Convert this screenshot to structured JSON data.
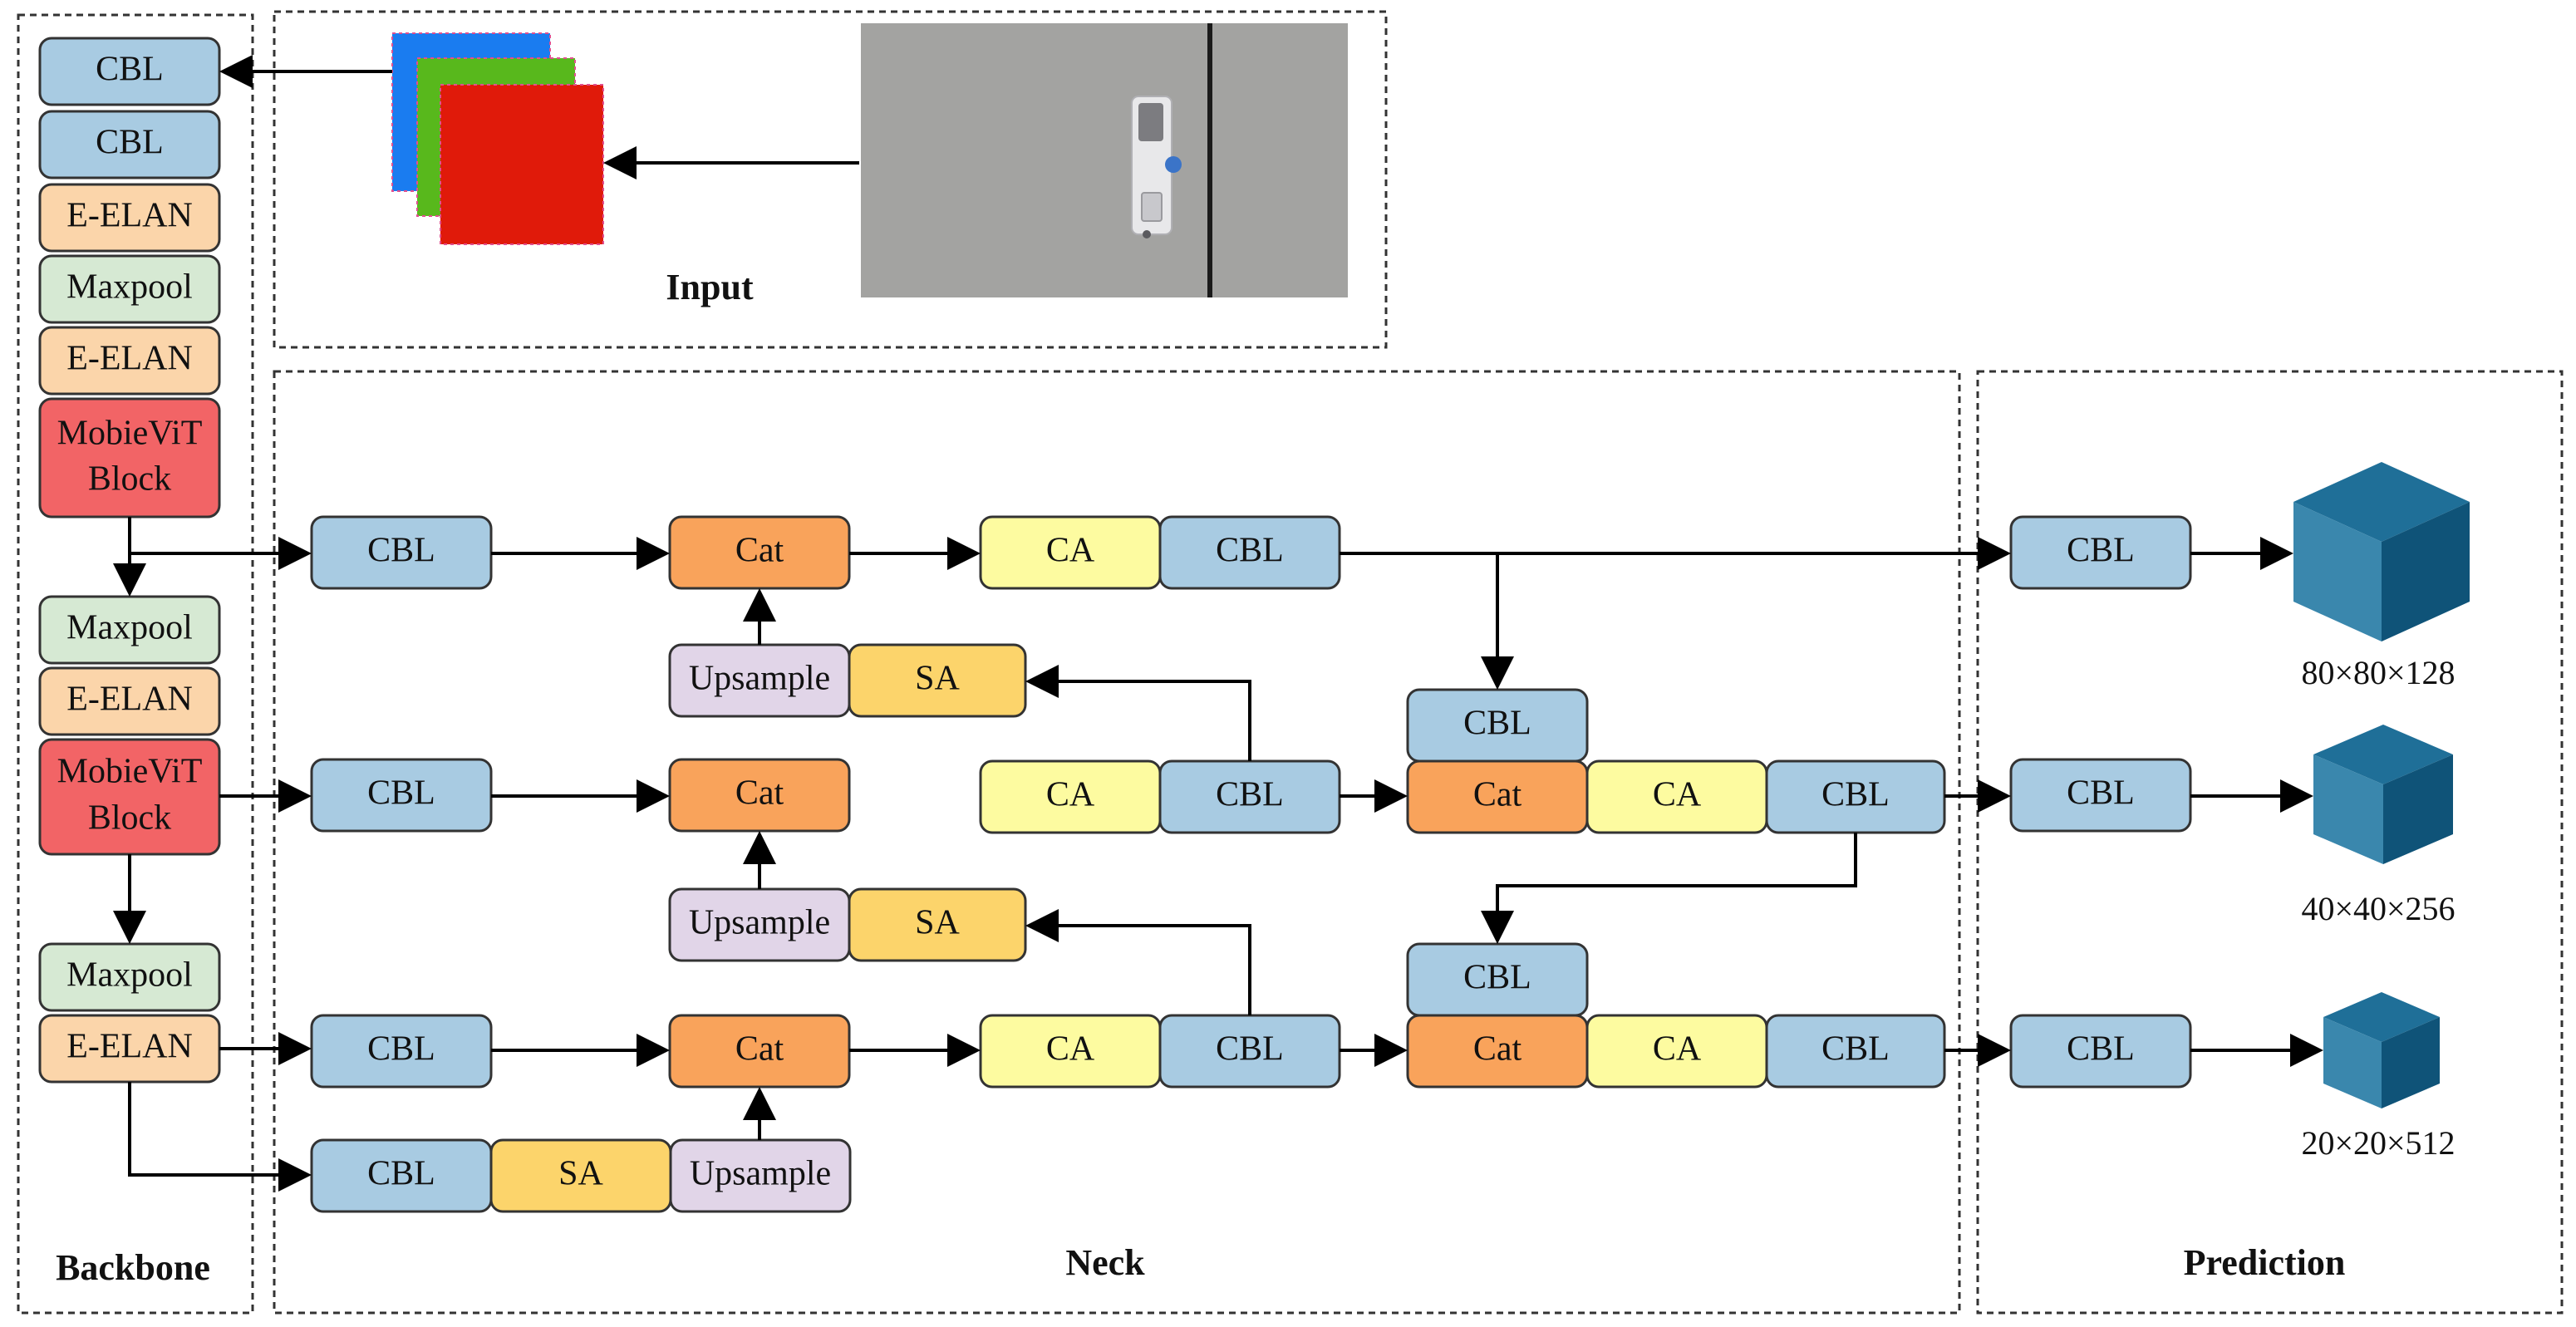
{
  "sections": {
    "backbone": "Backbone",
    "input": "Input",
    "neck": "Neck",
    "prediction": "Prediction"
  },
  "blocks": {
    "cbl": "CBL",
    "e_elan": "E-ELAN",
    "maxpool": "Maxpool",
    "mobilevit_line1": "MobieViT",
    "mobilevit_line2": "Block",
    "cat": "Cat",
    "ca": "CA",
    "sa": "SA",
    "upsample": "Upsample"
  },
  "outputs": {
    "p1": "80×80×128",
    "p2": "40×40×256",
    "p3": "20×20×512"
  },
  "colors": {
    "cbl": "#a8cbe2",
    "e_elan": "#fbd5aa",
    "maxpool": "#d6e9d3",
    "mobilevit": "#f26466",
    "cat": "#f9a35b",
    "ca": "#fdfba0",
    "sa": "#fcd46b",
    "upsample": "#e1d5e8",
    "cube_top": "#1f6f98",
    "cube_front": "#3a87ad",
    "cube_side": "#0f5378",
    "feature_blue": "#1a7cf0",
    "feature_green": "#58b81c",
    "feature_red": "#e01a0a"
  }
}
